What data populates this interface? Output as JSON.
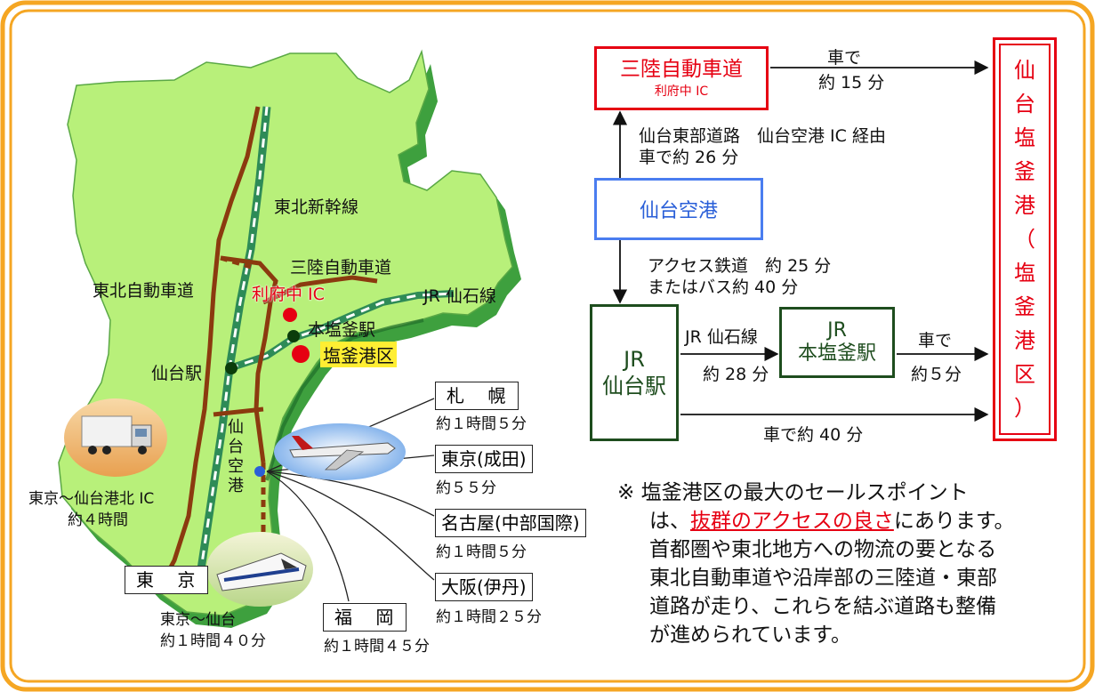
{
  "map": {
    "labels": {
      "shinkansen": "東北新幹線",
      "tohoku_expressway": "東北自動車道",
      "sanriku_expressway": "三陸自動車道",
      "senseki_line": "JR 仙石線",
      "rifu_ic": "利府中 IC",
      "honshiogama_station": "本塩釜駅",
      "shiogama_port": "塩釜港区",
      "sendai_station": "仙台駅",
      "sendai_airport": "仙台空港"
    },
    "tokyo_box": "東 京",
    "truck_route": {
      "line1": "東京〜仙台港北 IC",
      "line2": "約４時間"
    },
    "train_route": {
      "line1": "東京〜仙台",
      "line2": "約１時間４０分"
    },
    "flights": [
      {
        "city": "札 幌",
        "time": "約１時間５分"
      },
      {
        "city": "東京(成田)",
        "time": "約５５分"
      },
      {
        "city": "名古屋(中部国際)",
        "time": "約１時間５分"
      },
      {
        "city": "大阪(伊丹)",
        "time": "約１時間２５分"
      },
      {
        "city": "福 岡",
        "time": "約１時間４５分"
      }
    ]
  },
  "flow": {
    "sanriku_box": {
      "title": "三陸自動車道",
      "sub": "利府中 IC"
    },
    "airport_box": "仙台空港",
    "jr_sendai_box": {
      "line1": "JR",
      "line2": "仙台駅"
    },
    "jr_honshiogama_box": {
      "line1": "JR",
      "line2": "本塩釜駅"
    },
    "port_box": [
      "仙",
      "台",
      "塩",
      "釜",
      "港",
      "（",
      "塩",
      "釜",
      "港",
      "区",
      "）"
    ],
    "edges": {
      "sanriku_to_port": {
        "line1": "車で",
        "line2": "約 15 分"
      },
      "airport_to_sanriku": {
        "line1": "仙台東部道路　仙台空港 IC 経由",
        "line2": "車で約 26 分"
      },
      "airport_to_jr": {
        "line1": "アクセス鉄道　約 25 分",
        "line2": "またはバス約 40 分"
      },
      "jr_to_honshiogama": {
        "line1": "JR 仙石線",
        "line2": "約 28 分"
      },
      "honshiogama_to_port": {
        "line1": "車で",
        "line2": "約５分"
      },
      "jr_to_port": "車で約 40 分"
    }
  },
  "note": {
    "mark": "※",
    "line1": "塩釜港区の最大のセールスポイント",
    "line2_pre": "は、",
    "line2_highlight": "抜群のアクセスの良さ",
    "line2_post": "にあります。",
    "line3": "首都圏や東北地方への物流の要となる",
    "line4": "東北自動車道や沿岸部の三陸道・東部",
    "line5": "道路が走り、これらを結ぶ道路も整備",
    "line6": "が進められています。"
  },
  "colors": {
    "frame": "#f5a623",
    "land": "#b8f07a",
    "land_shadow": "#3ea03e",
    "road": "#8b3a0f",
    "rail": "#2e8b57",
    "red": "#e60012",
    "blue": "#4a7df0",
    "green": "#1e4d1e",
    "station": "#0b3d0b"
  }
}
